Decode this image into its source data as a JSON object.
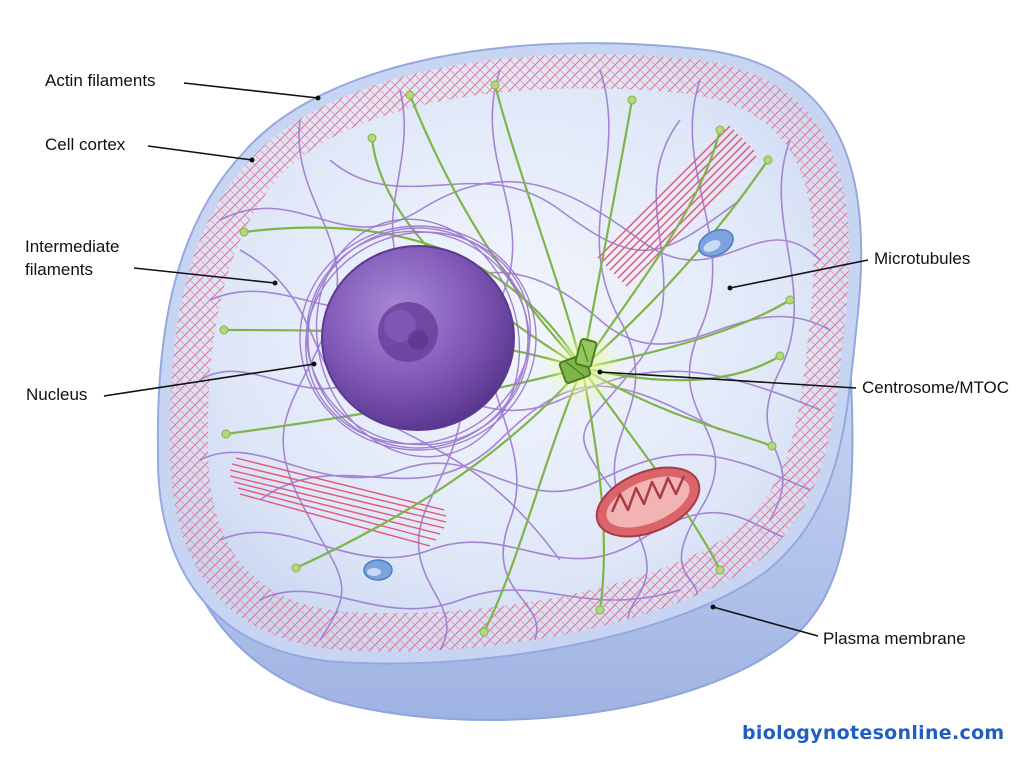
{
  "labels": {
    "actin": "Actin filaments",
    "cortex": "Cell cortex",
    "intermediate_1": "Intermediate",
    "intermediate_2": "filaments",
    "nucleus": "Nucleus",
    "microtubules": "Microtubules",
    "centrosome": "Centrosome/MTOC",
    "membrane": "Plasma membrane"
  },
  "watermark": "biologynotesonline.com",
  "colors": {
    "membrane": "#b9c9ef",
    "cytoplasm": "#dfe7f8",
    "cortex_actin": "#e8607f",
    "intermediate": "#9a74cc",
    "microtubule": "#7fb548",
    "nucleus": "#7d55b4",
    "mitochondrion": "#d9646a",
    "vesicle": "#7aa3df",
    "watermark": "#1f5fc0"
  }
}
